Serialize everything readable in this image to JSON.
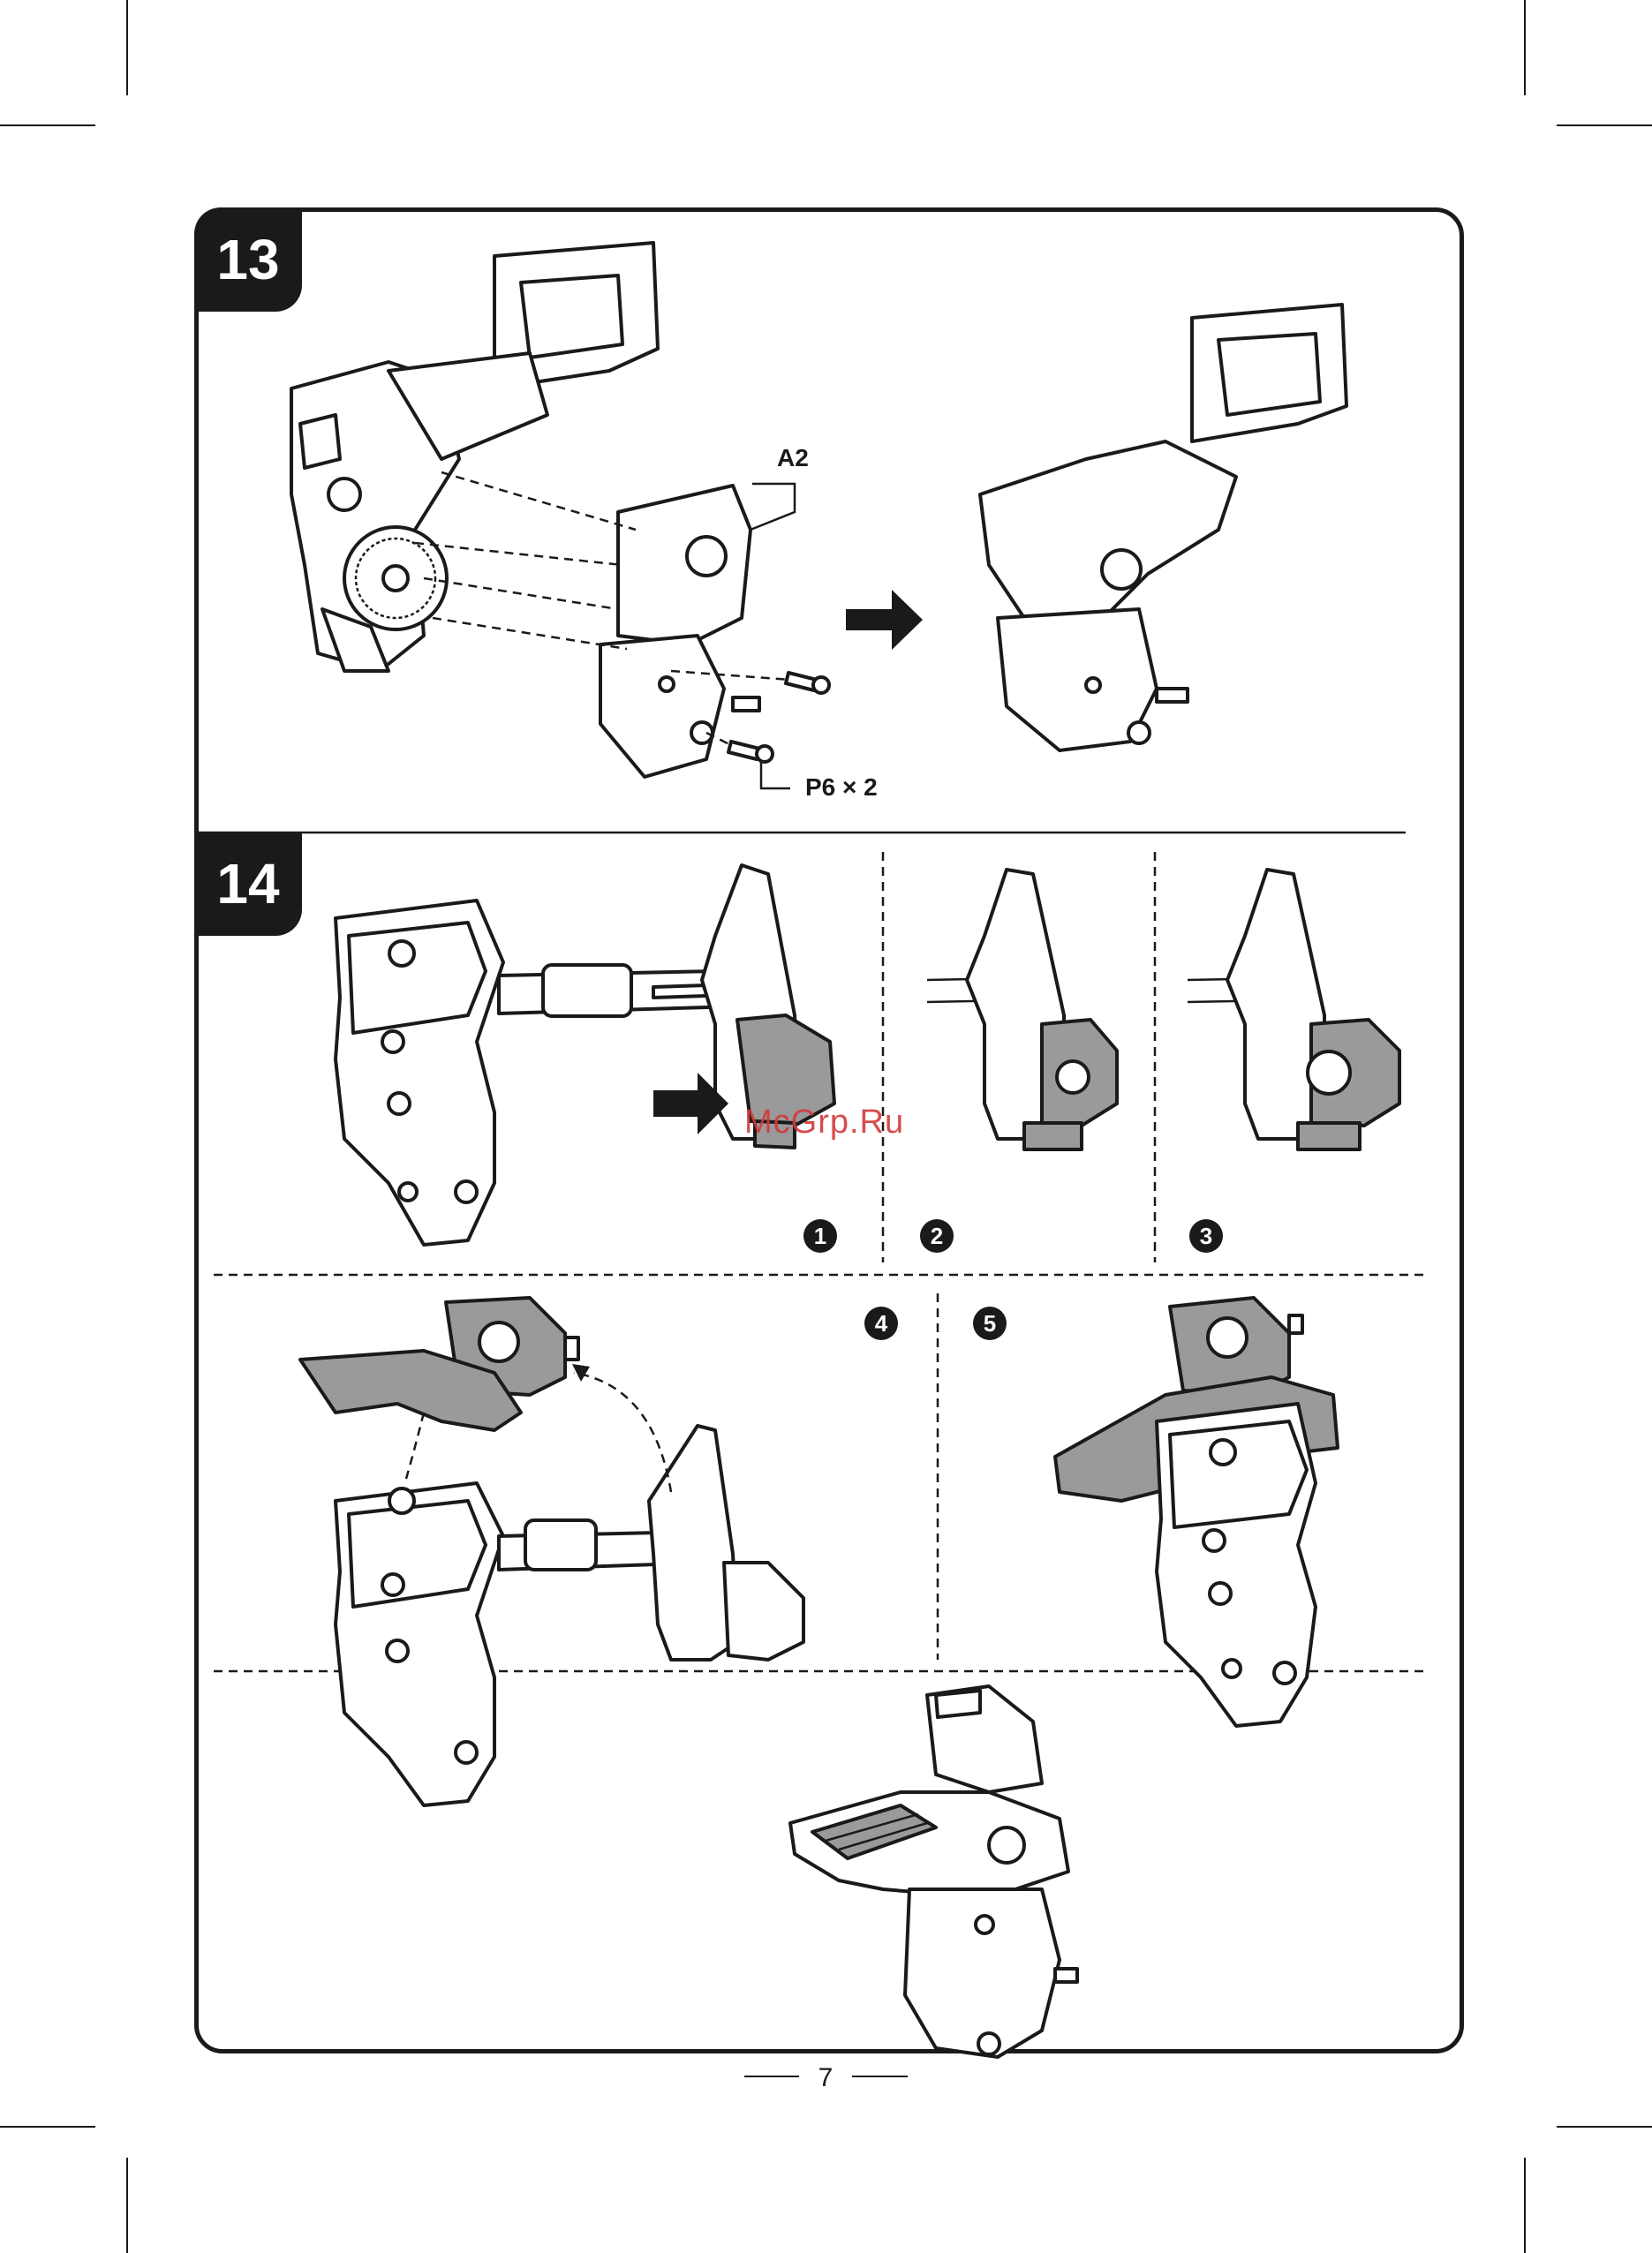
{
  "page": {
    "number": "7"
  },
  "steps": [
    {
      "number": "13",
      "part_label": "A2",
      "screw_label": "P6 × 2"
    },
    {
      "number": "14"
    }
  ],
  "substeps": [
    "1",
    "2",
    "3",
    "4",
    "5"
  ],
  "watermark": "McGrp.Ru",
  "colors": {
    "ink": "#1a1a1a",
    "shade": "#9a9a9a",
    "watermark": "#d23a3a"
  }
}
